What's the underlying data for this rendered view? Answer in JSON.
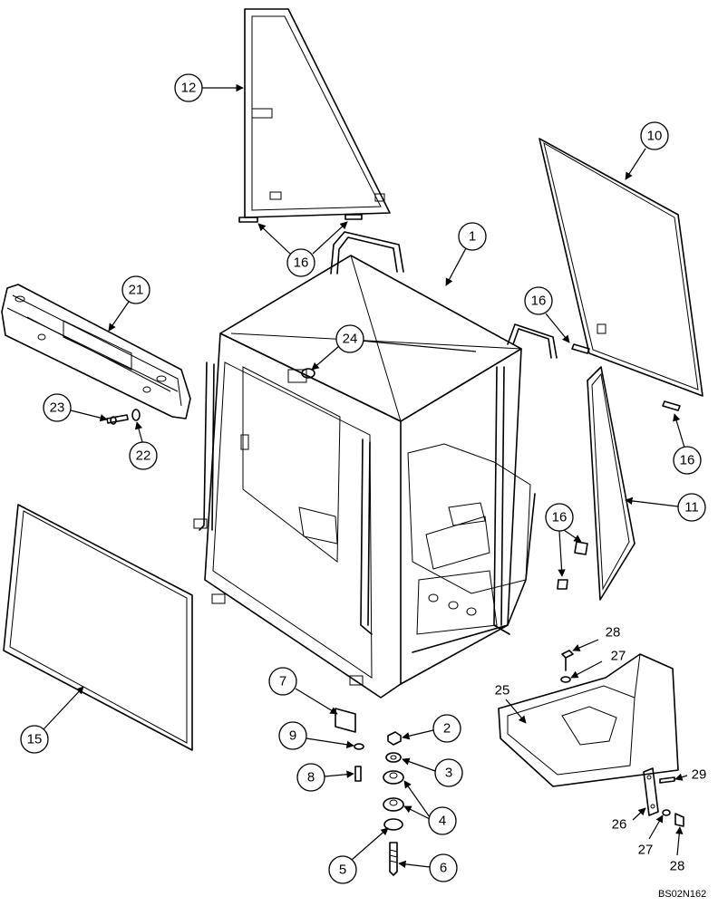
{
  "diagram": {
    "reference_code": "BS02N162",
    "callouts": [
      "1",
      "2",
      "3",
      "4",
      "5",
      "6",
      "7",
      "8",
      "9",
      "10",
      "11",
      "12",
      "15",
      "16",
      "16",
      "16",
      "16",
      "21",
      "22",
      "23",
      "24",
      "25",
      "26",
      "27",
      "27",
      "28",
      "28",
      "29"
    ]
  }
}
